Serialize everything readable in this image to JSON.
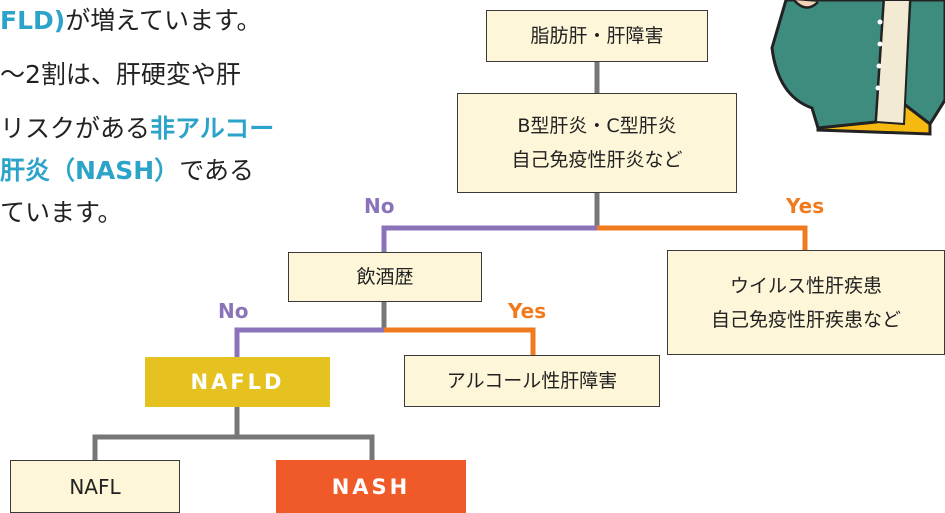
{
  "paragraph": {
    "line1_hl": "FLD)",
    "line1_rest": "が増えています。",
    "line2": "～2割は、肝硬変や肝",
    "line3_pre": "リスクがある",
    "line3_hl": "非アルコー",
    "line4_hl": "肝炎（NASH）",
    "line4_rest": "である",
    "line5": "ています。"
  },
  "flowchart": {
    "root": "脂肪肝・肝障害",
    "q1_line1": "B型肝炎・C型肝炎",
    "q1_line2": "自己免疫性肝炎など",
    "q1_no": "No",
    "q1_yes": "Yes",
    "yes1_line1": "ウイルス性肝疾患",
    "yes1_line2": "自己免疫性肝疾患など",
    "q2": "飲酒歴",
    "q2_no": "No",
    "q2_yes": "Yes",
    "yes2": "アルコール性肝障害",
    "nafld": "NAFLD",
    "nafl": "NAFL",
    "nash": "NASH"
  },
  "colors": {
    "no_branch": "#8a73b8",
    "yes_branch": "#f07a1e",
    "stem": "#777777",
    "box_fill": "#fdf6d8",
    "nafld_fill": "#e5c21f",
    "nash_fill": "#ef5a28",
    "highlight_text": "#2ca3c9",
    "illustration_cardigan": "#3d8c7d",
    "illustration_skirt": "#f5b90f"
  }
}
